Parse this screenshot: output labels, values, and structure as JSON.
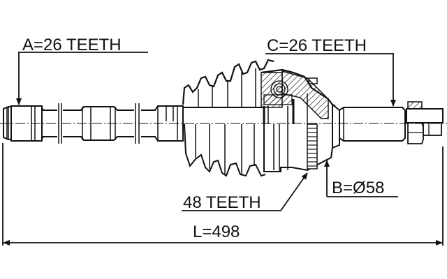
{
  "diagram": {
    "type": "technical-drawing",
    "subject": "drive shaft (CV axle) assembly",
    "background": "#ffffff",
    "line_color": "#111111",
    "labels": {
      "a_spline": "A=26 TEETH",
      "c_spline": "C=26 TEETH",
      "abs_ring": "48 TEETH",
      "b_diameter": "B=Ø58",
      "length": "L=498"
    },
    "dimensions": {
      "A_teeth": 26,
      "C_teeth": 26,
      "abs_teeth": 48,
      "B_diameter_mm": 58,
      "L_length_mm": 498
    }
  }
}
